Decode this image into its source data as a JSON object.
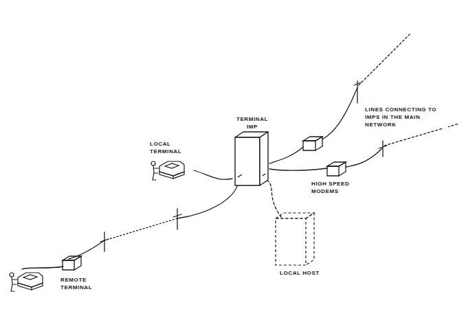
{
  "diagram": {
    "nodes": [
      {
        "text": [
          "TERMINAL IMP"
        ]
      },
      {
        "text": [
          "LOCAL TERMINAL"
        ]
      },
      {
        "text": [
          "REMOTE TERMINAL"
        ]
      },
      {
        "text": [
          "LOCAL HOST"
        ]
      }
    ],
    "edges": [
      {
        "from": 0,
        "to": 1,
        "arrow": "none"
      },
      {
        "from": 0,
        "to": 2,
        "arrow": "none"
      },
      {
        "from": 0,
        "to": 3,
        "arrow": "none"
      }
    ],
    "labels": [
      "LINES CONNECTING TO IMPS IN THE MAIN NETWORK",
      "HIGH SPEED MODEMS"
    ]
  }
}
